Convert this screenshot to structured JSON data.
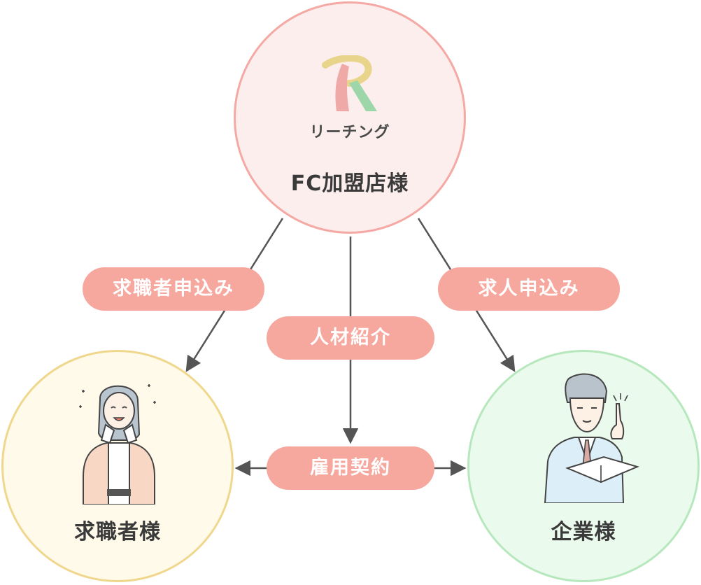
{
  "nodes": {
    "franchise": {
      "label": "FC加盟店様",
      "brand": "リーチング"
    },
    "job_seeker": {
      "label": "求職者様"
    },
    "company": {
      "label": "企業様"
    }
  },
  "edges": {
    "job_application": "求職者申込み",
    "staff_introduction": "人材紹介",
    "job_posting_application": "求人申込み",
    "employment_contract": "雇用契約"
  },
  "colors": {
    "pill": "#f6a79e",
    "franchise_fill": "#fdeeee",
    "franchise_border": "#f4a9a4",
    "job_seeker_fill": "#fffaea",
    "job_seeker_border": "#f0d78e",
    "company_fill": "#eafaec",
    "company_border": "#b7e8bd",
    "arrow": "#555555"
  }
}
